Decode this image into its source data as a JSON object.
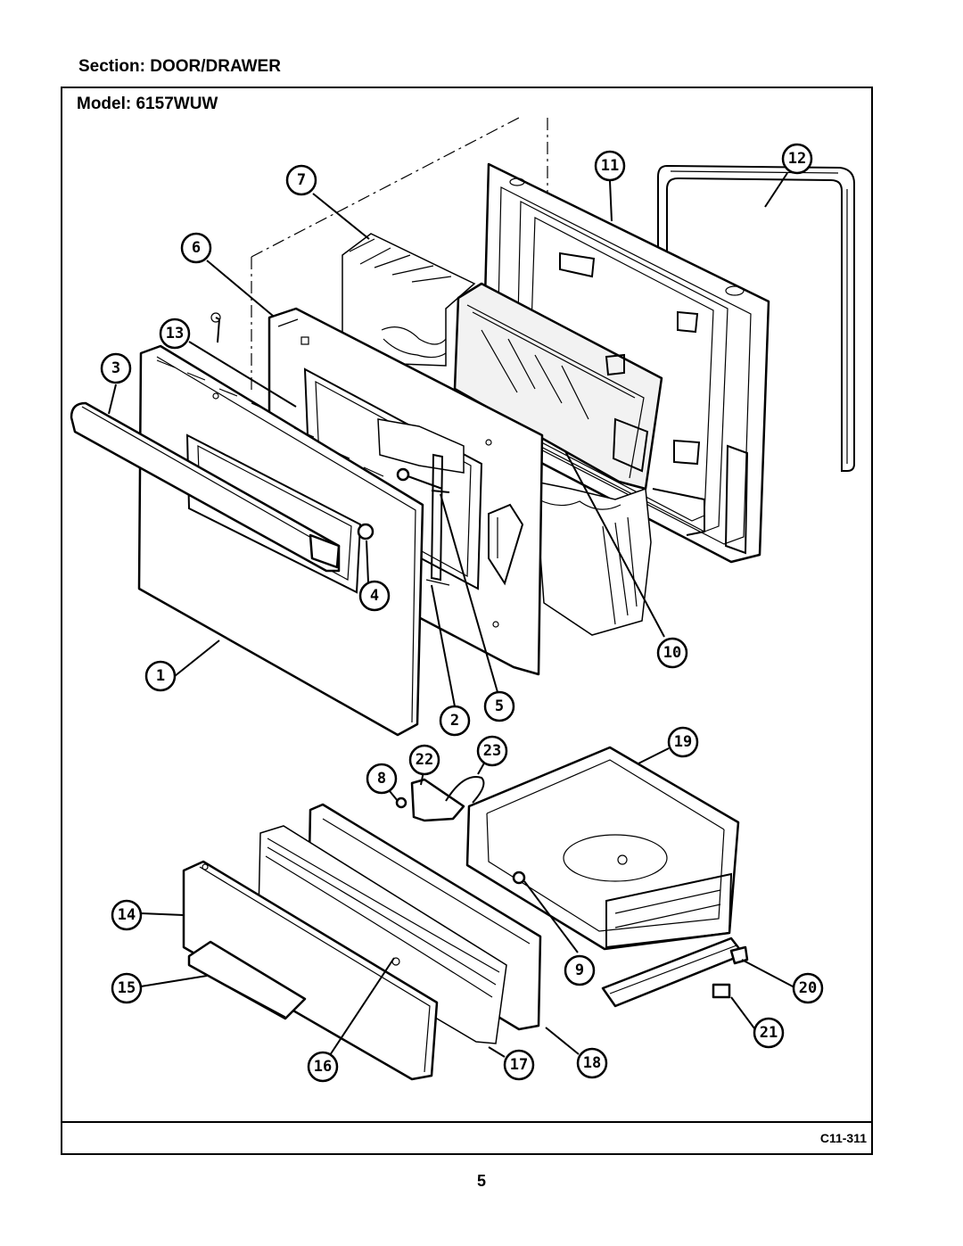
{
  "header": {
    "section_label": "Section:  DOOR/DRAWER",
    "model_label": "Model:  6157WUW"
  },
  "figure": {
    "code": "C11-311",
    "callouts": [
      "1",
      "2",
      "3",
      "4",
      "5",
      "6",
      "7",
      "8",
      "9",
      "10",
      "11",
      "12",
      "13",
      "14",
      "15",
      "16",
      "17",
      "18",
      "19",
      "20",
      "21",
      "22",
      "23"
    ]
  },
  "page": {
    "number": "5"
  }
}
